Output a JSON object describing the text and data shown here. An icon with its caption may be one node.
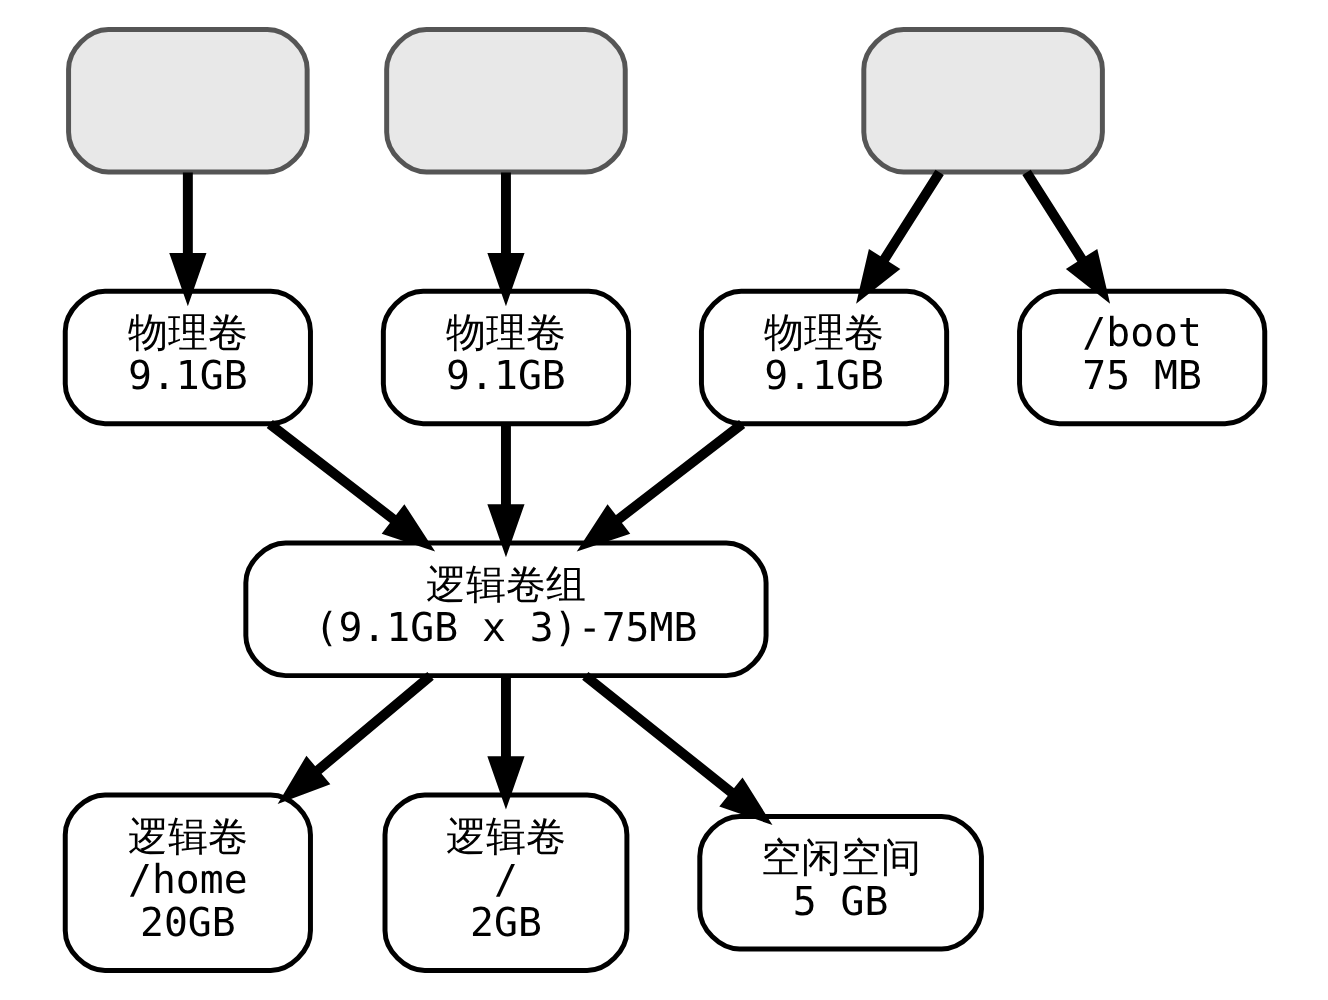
{
  "diagram": {
    "nodes": [
      {
        "text": [],
        "shape": "box"
      },
      {
        "text": [],
        "shape": "box"
      },
      {
        "text": [],
        "shape": "box"
      },
      {
        "text": [
          "物理卷",
          "9.1GB"
        ]
      },
      {
        "text": [
          "物理卷",
          "9.1GB"
        ]
      },
      {
        "text": [
          "物理卷",
          "9.1GB"
        ]
      },
      {
        "text": [
          "/boot",
          "75 MB"
        ]
      },
      {
        "text": [
          "逻辑卷组",
          "(9.1GB x 3)-75MB"
        ]
      },
      {
        "text": [
          "逻辑卷",
          "/home",
          "20GB"
        ]
      },
      {
        "text": [
          "逻辑卷",
          "/",
          "2GB"
        ]
      },
      {
        "text": [
          "空闲空间",
          "5 GB"
        ]
      }
    ],
    "edges": [
      {
        "from": 0,
        "to": 3,
        "arrow": "to"
      },
      {
        "from": 1,
        "to": 4,
        "arrow": "to"
      },
      {
        "from": 2,
        "to": 5,
        "arrow": "to"
      },
      {
        "from": 2,
        "to": 6,
        "arrow": "to"
      },
      {
        "from": 3,
        "to": 7,
        "arrow": "to"
      },
      {
        "from": 4,
        "to": 7,
        "arrow": "to"
      },
      {
        "from": 5,
        "to": 7,
        "arrow": "to"
      },
      {
        "from": 7,
        "to": 8,
        "arrow": "to"
      },
      {
        "from": 7,
        "to": 9,
        "arrow": "to"
      },
      {
        "from": 7,
        "to": 10,
        "arrow": "to"
      }
    ]
  }
}
